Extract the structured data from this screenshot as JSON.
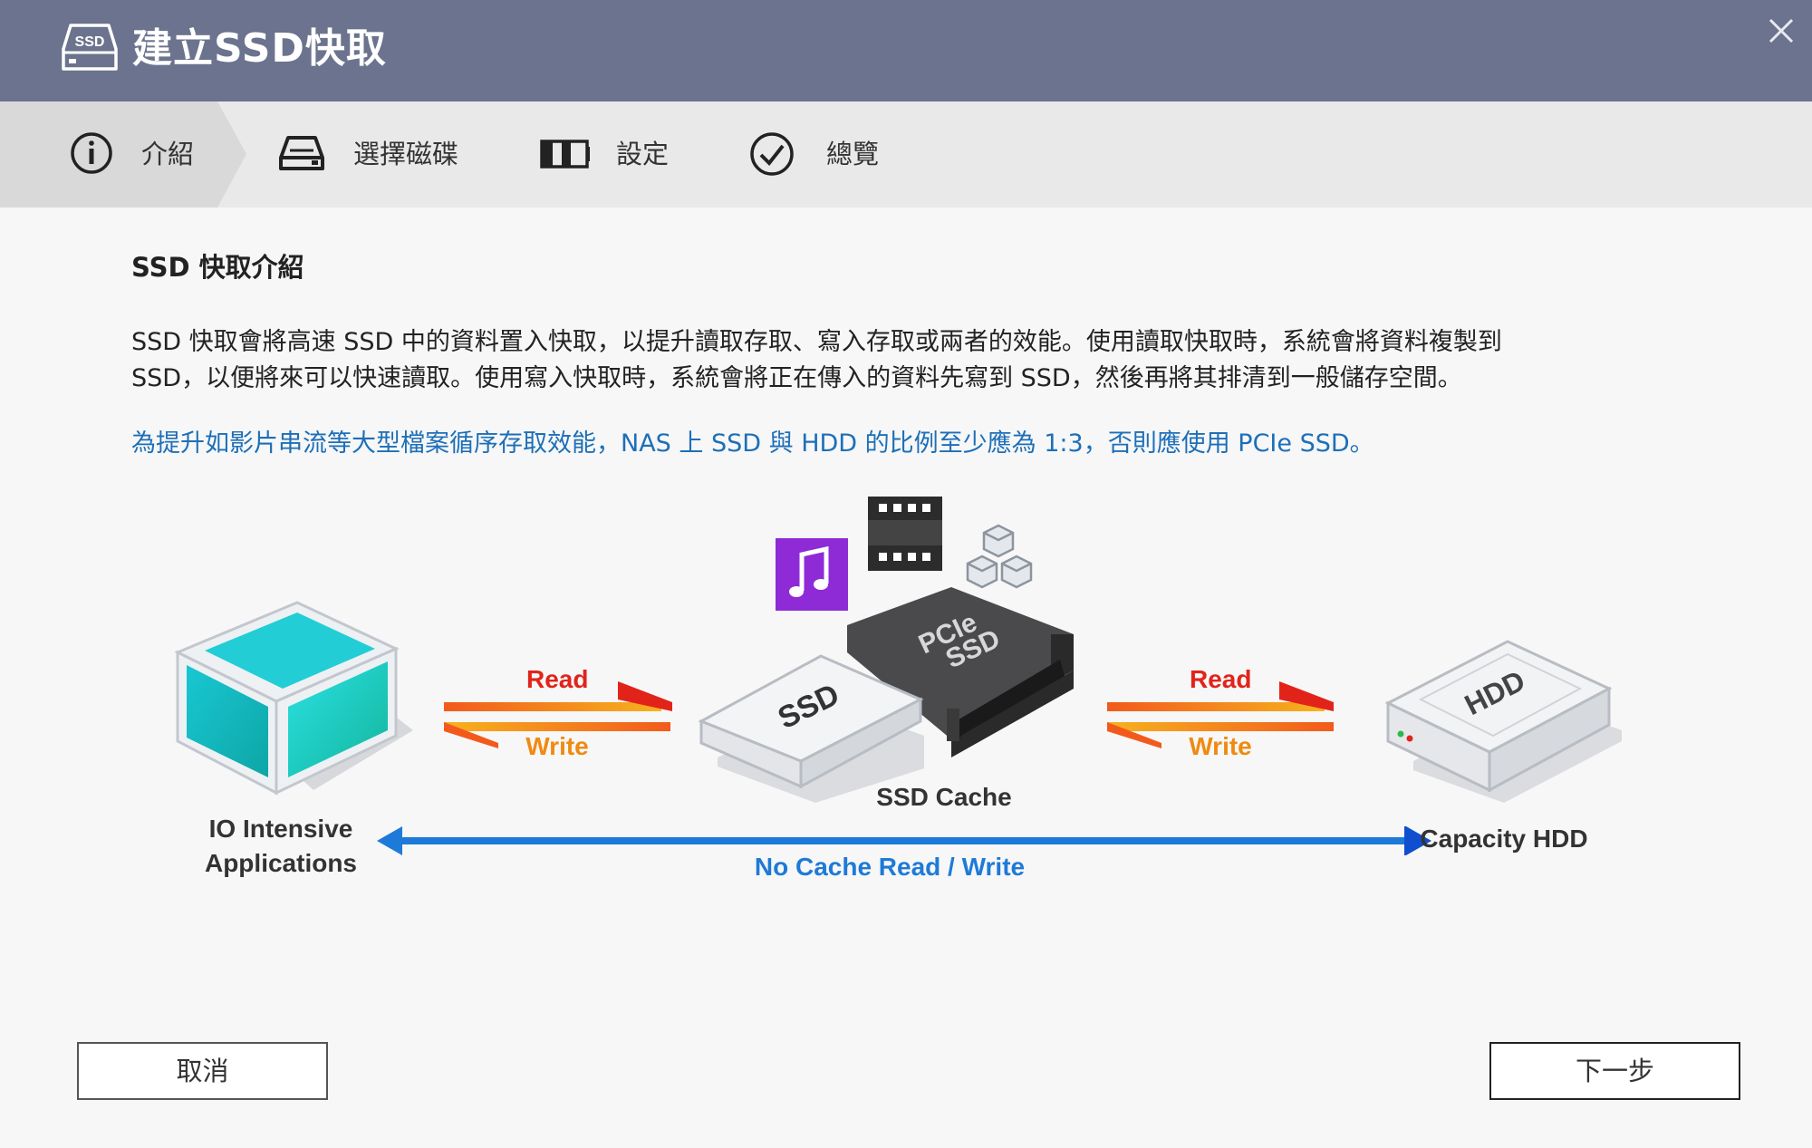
{
  "window": {
    "title": "建立SSD快取",
    "title_icon": "ssd-icon",
    "close_icon": "close-icon"
  },
  "steps": [
    {
      "label": "介紹",
      "icon": "info-circle-icon",
      "active": true
    },
    {
      "label": "選擇磁碟",
      "icon": "disk-drive-icon",
      "active": false
    },
    {
      "label": "設定",
      "icon": "settings-bar-icon",
      "active": false
    },
    {
      "label": "總覽",
      "icon": "check-circle-icon",
      "active": false
    }
  ],
  "content": {
    "section_title": "SSD 快取介紹",
    "paragraph_lines": [
      "SSD 快取會將高速 SSD 中的資料置入快取，以提升讀取存取、寫入存取或兩者的效能。使用讀取快取時，系統會將資料複製到",
      "SSD，以便將來可以快速讀取。使用寫入快取時，系統會將正在傳入的資料先寫到 SSD，然後再將其排清到一般儲存空間。"
    ],
    "note": "為提升如影片串流等大型檔案循序存取效能，NAS 上 SSD 與 HDD 的比例至少應為 1:3，否則應使用 PCIe SSD。"
  },
  "diagram": {
    "left_read": "Read",
    "left_write": "Write",
    "right_read": "Read",
    "right_write": "Write",
    "app_label_line1": "IO Intensive",
    "app_label_line2": "Applications",
    "ssd_text": "SSD",
    "pcie_text_line1": "PCIe",
    "pcie_text_line2": "SSD",
    "hdd_text": "HDD",
    "ssd_cache_label": "SSD Cache",
    "capacity_label": "Capacity HDD",
    "no_cache_label": "No Cache Read / Write",
    "colors": {
      "read": "#e2231a",
      "write": "#f08a10",
      "blue_arrow": "#1e7ad8",
      "cube": "#1ec8c8",
      "music": "#8e2bd6"
    }
  },
  "buttons": {
    "cancel": "取消",
    "next": "下一步"
  },
  "colors": {
    "titlebar": "#6b738e",
    "stepbar": "#e9e9e9",
    "active_step": "#d9d9d9",
    "note_text": "#1d6fb8"
  }
}
